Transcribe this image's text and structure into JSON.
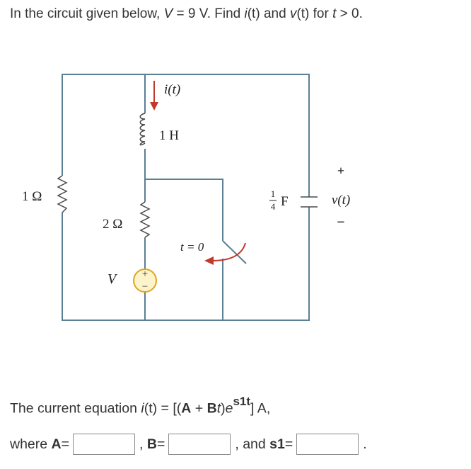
{
  "question": {
    "part1": "In the circuit given below, ",
    "var_V": "V",
    "part2": " = 9 V. Find ",
    "var_i": "i",
    "paren_t1": "(t)",
    "and": " and ",
    "var_v": "v",
    "paren_t2": "(t)",
    "for": " for ",
    "var_t": "t",
    "cond": " > 0."
  },
  "circuit": {
    "current_label": "i(t)",
    "inductor_label": "1 H",
    "r1_label": "1 Ω",
    "r2_label": "2 Ω",
    "source_label": "V",
    "switch_label": "t = 0",
    "cap_frac_num": "1",
    "cap_frac_den": "4",
    "cap_unit": "F",
    "volt_plus": "+",
    "volt_label": "v(t)",
    "volt_minus": "−",
    "source_plus": "+",
    "source_minus": "−"
  },
  "equation": {
    "prefix": "The current equation ",
    "i": "i",
    "t1": "(t)",
    "mid": " = [(",
    "A": "A",
    "plus": " + ",
    "B": "B",
    "t2": "t",
    "close": ")",
    "e": "e",
    "exp": "s1t",
    "end": "] A,"
  },
  "answers": {
    "where": "where ",
    "A": "A",
    "eq1": " =",
    "comma_B": ", ",
    "B": "B",
    "eq2": " =",
    "and": ", and ",
    "s1": "s1",
    "eq3": " =",
    "period": "."
  },
  "colors": {
    "wire": "#5b7f94",
    "arrow": "#c0392b",
    "source_fill": "#fdf5c9",
    "source_stroke": "#e0a321",
    "text": "#333333"
  }
}
